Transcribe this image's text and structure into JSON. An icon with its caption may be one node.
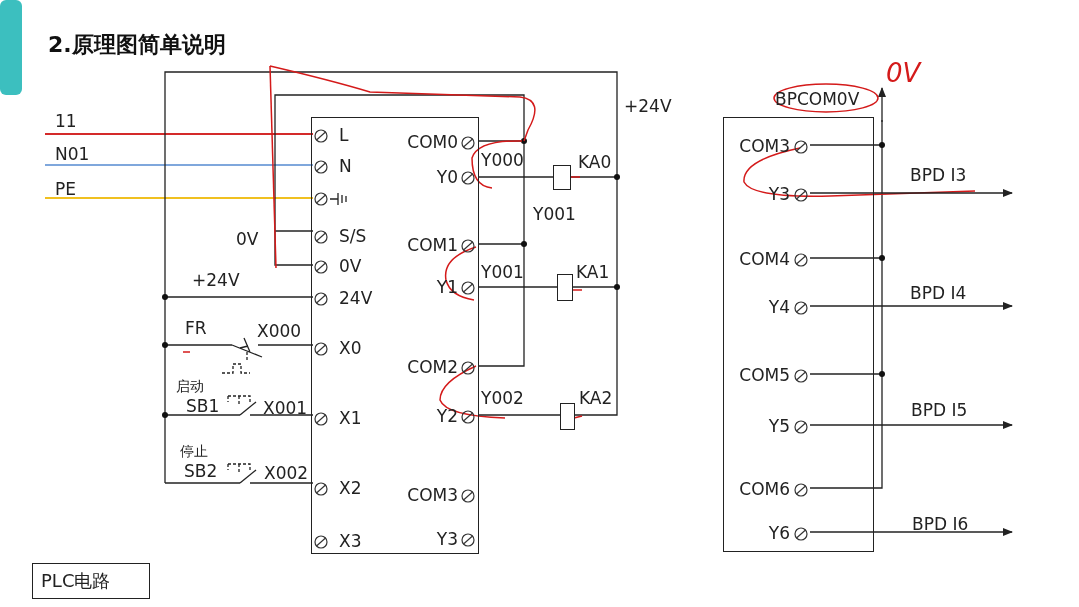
{
  "diagram": {
    "title": "2.原理图简单说明",
    "nodes": [
      {
        "text": [
          "L",
          "N",
          "S/S",
          "0V",
          "24V",
          "X0",
          "X1",
          "X2",
          "X3",
          "COM0",
          "Y0",
          "COM1",
          "Y1",
          "COM2",
          "Y2",
          "COM3",
          "Y3"
        ]
      },
      {
        "text": [
          "COM3",
          "Y3",
          "COM4",
          "Y4",
          "COM5",
          "Y5",
          "COM6",
          "Y6"
        ]
      },
      {
        "text": [],
        "shape": "box",
        "beside": [
          "KA0"
        ]
      },
      {
        "text": [],
        "shape": "box",
        "beside": [
          "KA1"
        ]
      },
      {
        "text": [],
        "shape": "box",
        "beside": [
          "KA2"
        ]
      },
      {
        "text": [
          "PLC电路"
        ]
      }
    ],
    "edges": [
      {
        "from": 0,
        "to": 2,
        "arrow": "none",
        "label": "Y000"
      },
      {
        "from": 0,
        "to": 3,
        "arrow": "none",
        "label": "Y001"
      },
      {
        "from": 0,
        "to": 4,
        "arrow": "none",
        "label": "Y002"
      },
      {
        "from": 1,
        "to": null,
        "arrow": "to",
        "label": "BPD I3"
      },
      {
        "from": 1,
        "to": null,
        "arrow": "to",
        "label": "BPD I4"
      },
      {
        "from": 1,
        "to": null,
        "arrow": "to",
        "label": "BPD I5"
      },
      {
        "from": 1,
        "to": null,
        "arrow": "to",
        "label": "BPD I6"
      }
    ],
    "labels": [
      "11",
      "N01",
      "PE",
      "0V",
      "+24V",
      "FR",
      "X000",
      "启动",
      "SB1",
      "X001",
      "停止",
      "SB2",
      "X002",
      "+24V",
      "Y001",
      "BPCOM0V",
      "0V"
    ]
  }
}
